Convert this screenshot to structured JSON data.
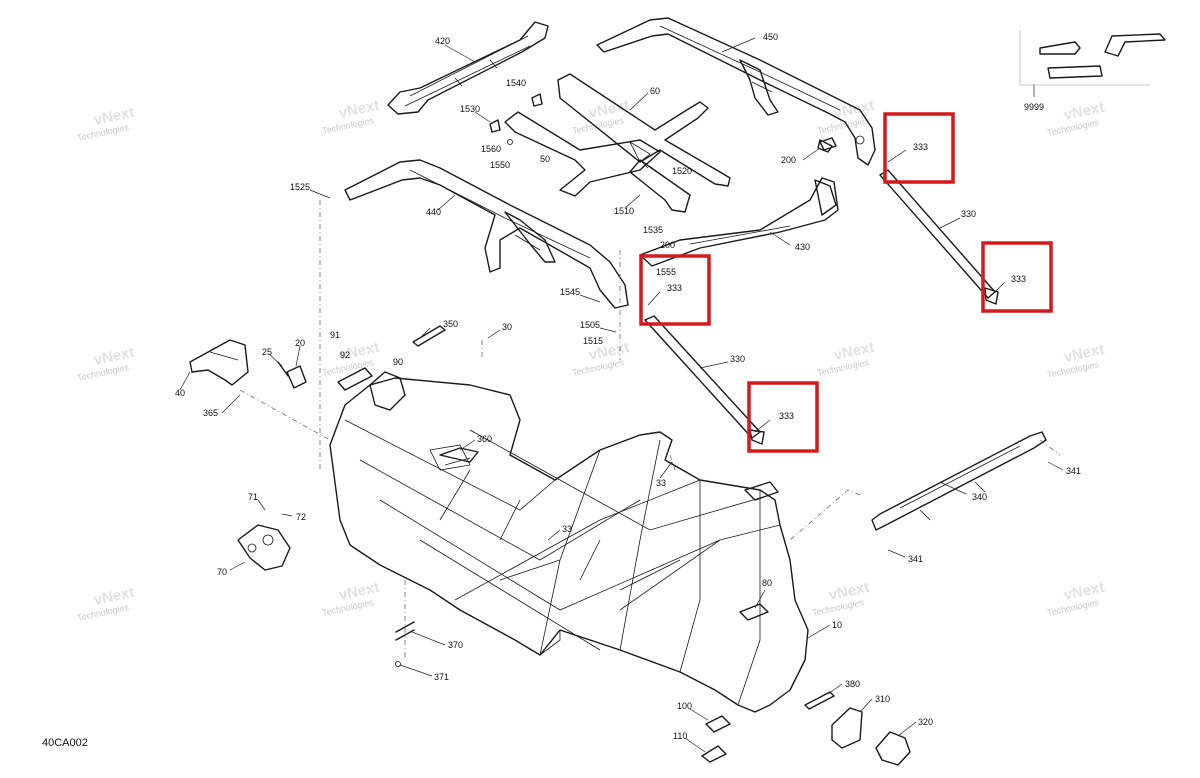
{
  "diagram": {
    "code": "40CA002",
    "watermark_line1": "vNext",
    "watermark_line2": "Technologies",
    "highlight_color": "#d6191c",
    "callouts": {
      "p420": "420",
      "p450": "450",
      "p1540": "1540",
      "p60": "60",
      "p1530": "1530",
      "p1560": "1560",
      "p1550": "1550",
      "p50": "50",
      "p1520": "1520",
      "p1510": "1510",
      "p200a": "200",
      "p1525": "1525",
      "p440": "440",
      "p430": "430",
      "p1535": "1535",
      "p200b": "200",
      "p1555": "1555",
      "p333a": "333",
      "p333b": "333",
      "p333c": "333",
      "p333d": "333",
      "p330a": "330",
      "p330b": "330",
      "p1545": "1545",
      "p1505": "1505",
      "p1515": "1515",
      "p9999": "9999",
      "p350": "350",
      "p30": "30",
      "p91": "91",
      "p92": "92",
      "p90": "90",
      "p25": "25",
      "p20": "20",
      "p40": "40",
      "p365": "365",
      "p360": "360",
      "p33a": "33",
      "p33b": "33",
      "p71": "71",
      "p72": "72",
      "p70": "70",
      "p340": "340",
      "p341a": "341",
      "p341b": "341",
      "p80": "80",
      "p10": "10",
      "p370": "370",
      "p371": "371",
      "p380": "380",
      "p310": "310",
      "p320": "320",
      "p100": "100",
      "p110": "110"
    }
  }
}
